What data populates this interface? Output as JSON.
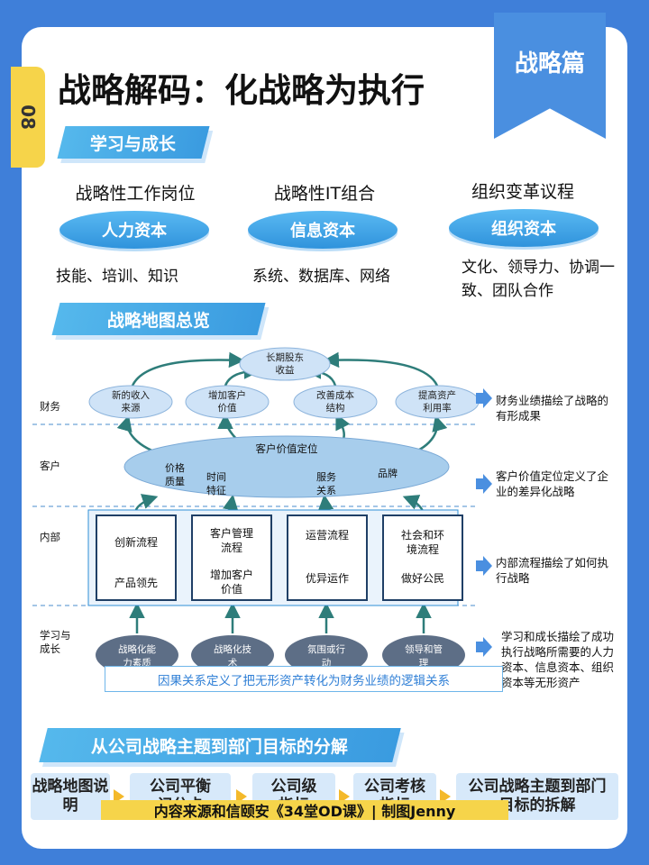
{
  "page_number": "08",
  "category_ribbon": "战略篇",
  "title": "战略解码：化战略为执行",
  "section1": {
    "banner": "学习与成长",
    "columns": [
      {
        "title": "战略性工作岗位",
        "capital": "人力资本",
        "desc": "技能、培训、知识"
      },
      {
        "title": "战略性IT组合",
        "capital": "信息资本",
        "desc": "系统、数据库、网络"
      },
      {
        "title": "组织变革议程",
        "capital": "组织资本",
        "desc": "文化、领导力、协调一致、团队合作"
      }
    ]
  },
  "section2": {
    "banner": "战略地图总览",
    "map": {
      "rows": [
        "财务",
        "客户",
        "内部",
        "学习与成长"
      ],
      "long_term_goal": [
        "长期股东",
        "收益"
      ],
      "finance_nodes": [
        [
          "新的收入",
          "来源"
        ],
        [
          "增加客户",
          "价值"
        ],
        [
          "改善成本",
          "结构"
        ],
        [
          "提高资产",
          "利用率"
        ]
      ],
      "customer_title": "客户价值定位",
      "customer_attrs": [
        [
          "价格",
          "质量"
        ],
        [
          "时间",
          "特征"
        ],
        [
          "服务",
          "关系"
        ],
        [
          "品牌"
        ]
      ],
      "internal_boxes": [
        {
          "title": [
            "创新流程"
          ],
          "sub": [
            "产品领先"
          ]
        },
        {
          "title": [
            "客户管理",
            "流程"
          ],
          "sub": [
            "增加客户",
            "价值"
          ]
        },
        {
          "title": [
            "运营流程"
          ],
          "sub": [
            "优异运作"
          ]
        },
        {
          "title": [
            "社会和环",
            "境流程"
          ],
          "sub": [
            "做好公民"
          ]
        }
      ],
      "learning_nodes": [
        [
          "战略化能",
          "力素质"
        ],
        [
          "战略化技",
          "术"
        ],
        [
          "氛围或行",
          "动"
        ],
        [
          "领导和管",
          "理"
        ]
      ],
      "notes": [
        "财务业绩描绘了战略的有形成果",
        "客户价值定位定义了企业的差异化战略",
        "内部流程描绘了如何执行战略",
        "学习和成长描绘了成功执行战略所需要的人力资本、信息资本、组织资本等无形资产"
      ],
      "causal_note": "因果关系定义了把无形资产转化为财务业绩的逻辑关系"
    }
  },
  "section3": {
    "banner": "从公司战略主题到部门目标的分解",
    "steps": [
      "战略地图说明",
      "公司平衡记分卡",
      "公司级指标",
      "公司考核指标",
      "公司战略主题到部门目标的拆解"
    ]
  },
  "footer": "内容来源和信颐安《34堂OD课》| 制图Jenny",
  "colors": {
    "background": "#3f7fd9",
    "accent": "#3a9be0",
    "highlight": "#f6d44a",
    "node_fill": "#d7e9fa",
    "learning_node": "#5d6e86"
  }
}
